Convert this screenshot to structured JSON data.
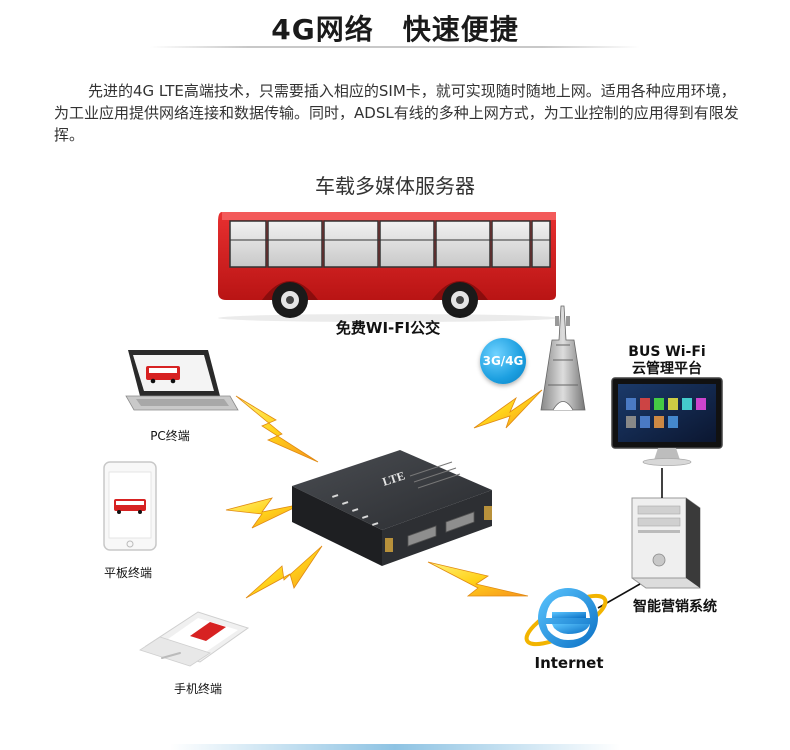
{
  "header": {
    "title": "4G网络　快速便捷"
  },
  "intro": {
    "text": "先进的4G LTE高端技术，只需要插入相应的SIM卡，就可实现随时随地上网。适用各种应用环境，为工业应用提供网络连接和数据传输。同时，ADSL有线的多种上网方式，为工业控制的应用得到有限发挥。"
  },
  "diagram": {
    "heading": "车载多媒体服务器",
    "bus_label": "免费WI-FI公交",
    "badge": "3G/4G",
    "router_brand": "LTE",
    "cloud_label_line1": "BUS Wi-Fi",
    "cloud_label_line2": "云管理平台",
    "pc_label": "PC终端",
    "tablet_label": "平板终端",
    "phone_label": "手机终端",
    "server_label": "智能营销系统",
    "internet_label": "Internet"
  },
  "colors": {
    "bus_red": "#d81d1d",
    "lightning_yellow": "#ffd21a",
    "lightning_orange": "#f7931e",
    "badge_blue": "#1c9fe0",
    "ie_blue": "#1782d6"
  }
}
